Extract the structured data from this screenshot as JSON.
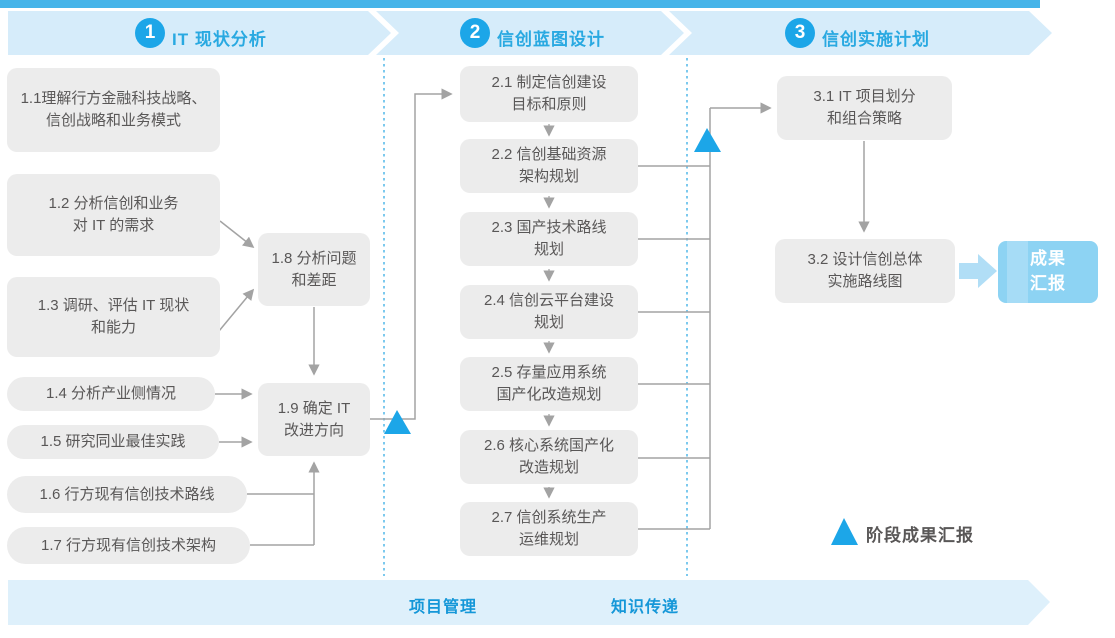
{
  "phases": [
    {
      "number": "1",
      "title": "IT 现状分析"
    },
    {
      "number": "2",
      "title": "信创蓝图设计"
    },
    {
      "number": "3",
      "title": "信创实施计划"
    }
  ],
  "boxes": {
    "b11": "1.1理解行方金融科技战略、\n信创战略和业务模式",
    "b12": "1.2 分析信创和业务\n对 IT 的需求",
    "b13": "1.3 调研、评估 IT 现状\n和能力",
    "b14": "1.4 分析产业侧情况",
    "b15": "1.5 研究同业最佳实践",
    "b16": "1.6 行方现有信创技术路线",
    "b17": "1.7 行方现有信创技术架构",
    "b18": "1.8 分析问题\n和差距",
    "b19": "1.9 确定 IT\n改进方向",
    "b21": "2.1 制定信创建设\n目标和原则",
    "b22": "2.2 信创基础资源\n架构规划",
    "b23": "2.3 国产技术路线\n规划",
    "b24": "2.4 信创云平台建设\n规划",
    "b25": "2.5 存量应用系统\n国产化改造规划",
    "b26": "2.6 核心系统国产化\n改造规划",
    "b27": "2.7 信创系统生产\n运维规划",
    "b31": "3.1 IT 项目划分\n和组合策略",
    "b32": "3.2 设计信创总体\n实施路线图"
  },
  "deliverable": "成果\n汇报",
  "legend": {
    "marker_icon": "blue-triangle-icon",
    "label": "阶段成果汇报"
  },
  "footer": {
    "left": "项目管理",
    "right": "知识传递"
  },
  "colors": {
    "accent_blue": "#1ca6e8",
    "band_light_blue": "#d6ecfa",
    "footer_band_blue": "#def0fb",
    "box_gray": "#ececec",
    "box_text_gray": "#595757",
    "connector_gray": "#a3a3a3",
    "deliverable_blue": "#8dd3f3",
    "title_blue": "#29a9e1",
    "footer_text_blue": "#1597d8"
  }
}
